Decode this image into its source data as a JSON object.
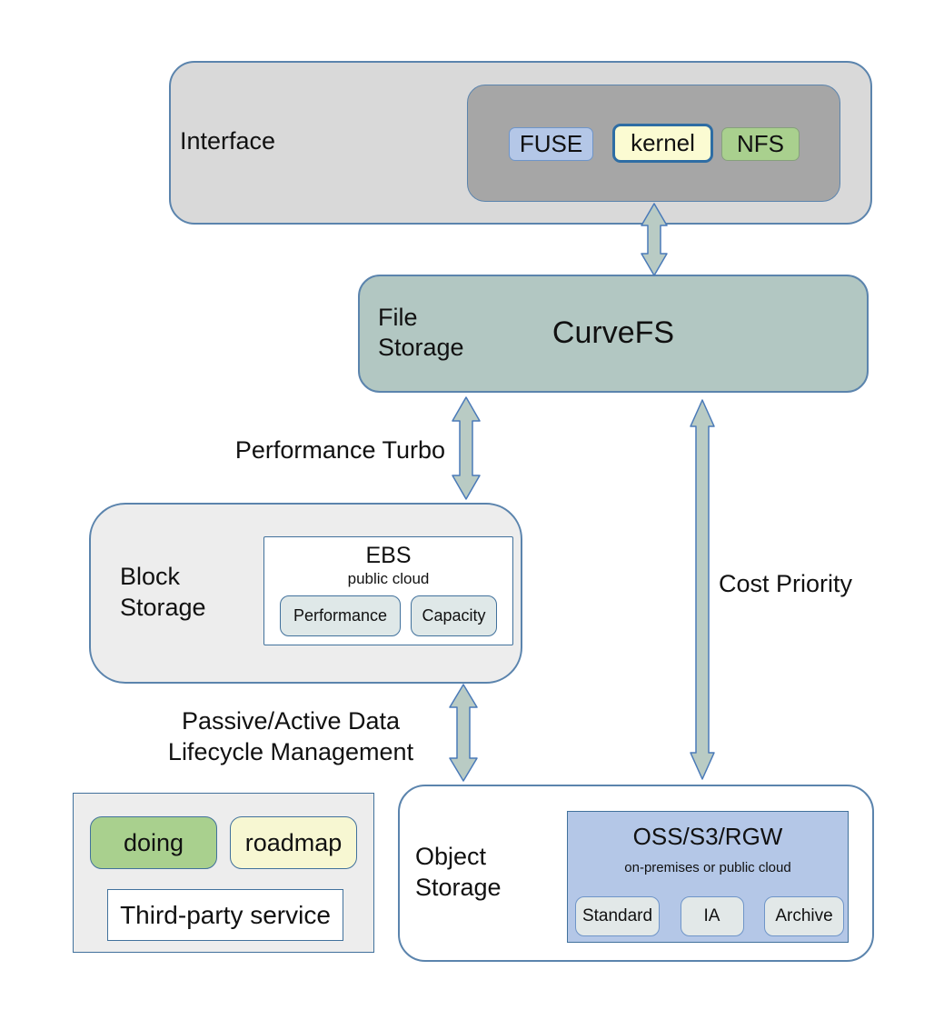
{
  "colors": {
    "stroke_strong": "#41719c",
    "stroke_soft": "#5b84ad",
    "arrow_fill": "#b9cbc4",
    "arrow_stroke": "#4a7ab8",
    "interface_fill": "#d9d9d9",
    "interface_inner_fill": "#a6a6a6",
    "fuse_fill": "#b4c7e7",
    "kernel_fill": "#fbfbd2",
    "kernel_stroke": "#2e6da4",
    "nfs_fill": "#a9d08e",
    "curvefs_fill": "#b2c7c2",
    "block_fill": "#ededed",
    "ebs_btn_fill": "#dfe8e8",
    "legend_fill": "#ededed",
    "doing_fill": "#a9d08e",
    "roadmap_fill": "#f7f7d2",
    "oss_fill": "#b4c7e7",
    "oss_btn_fill": "#e2e8e8"
  },
  "interface": {
    "label": "Interface",
    "badges": [
      {
        "id": "fuse",
        "label": "FUSE"
      },
      {
        "id": "kernel",
        "label": "kernel"
      },
      {
        "id": "nfs",
        "label": "NFS"
      }
    ]
  },
  "file_storage": {
    "label_line1": "File",
    "label_line2": "Storage",
    "title": "CurveFS"
  },
  "connector_labels": {
    "performance_turbo": "Performance Turbo",
    "cost_priority": "Cost Priority",
    "lifecycle_line1": "Passive/Active Data",
    "lifecycle_line2": "Lifecycle Management"
  },
  "block_storage": {
    "label_line1": "Block",
    "label_line2": "Storage",
    "ebs": {
      "title": "EBS",
      "subtitle": "public cloud",
      "buttons": [
        "Performance",
        "Capacity"
      ]
    }
  },
  "legend": {
    "items": [
      {
        "id": "doing",
        "label": "doing"
      },
      {
        "id": "roadmap",
        "label": "roadmap"
      },
      {
        "id": "third_party",
        "label": "Third-party service"
      }
    ]
  },
  "object_storage": {
    "label_line1": "Object",
    "label_line2": "Storage",
    "oss": {
      "title": "OSS/S3/RGW",
      "subtitle": "on-premises or public cloud",
      "buttons": [
        "Standard",
        "IA",
        "Archive"
      ]
    }
  }
}
